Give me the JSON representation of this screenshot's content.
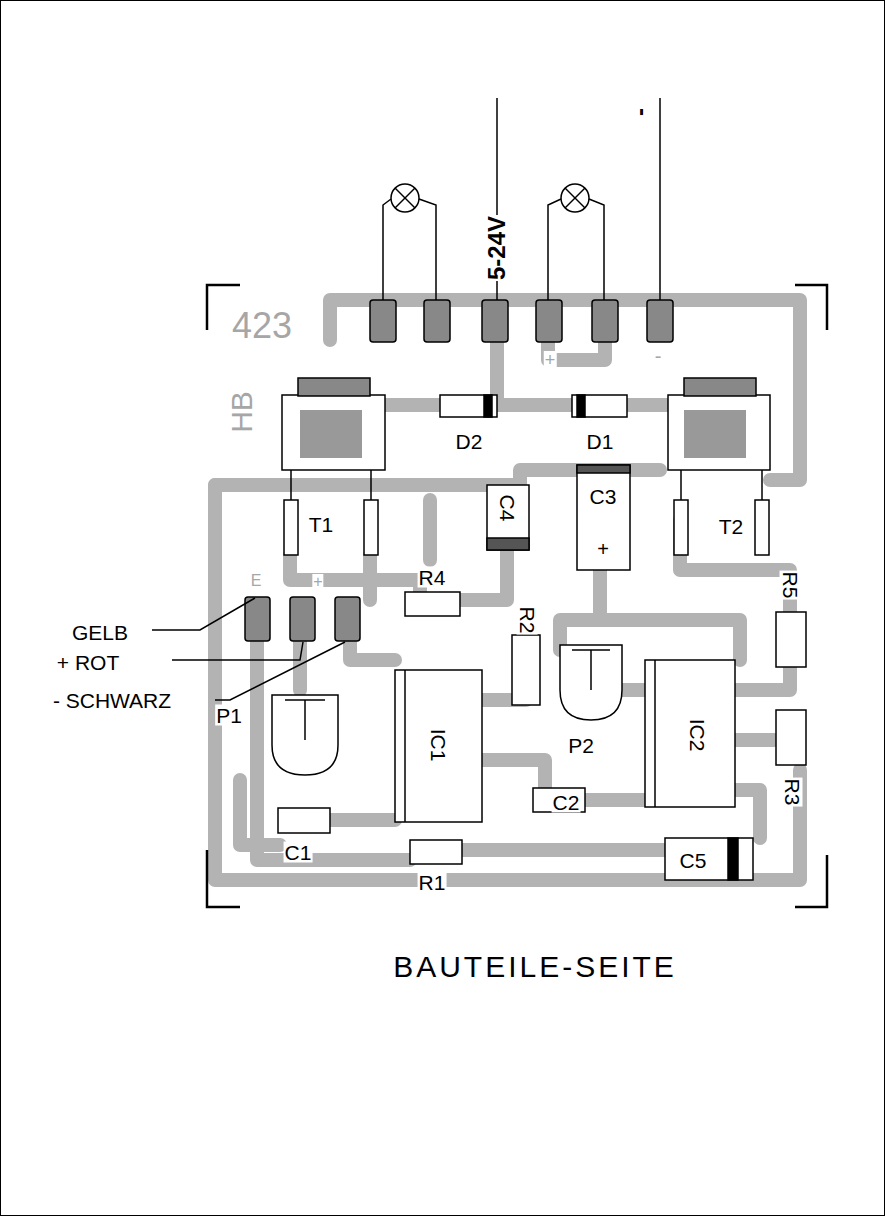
{
  "diagram": {
    "labels": [
      "5-24V",
      "-",
      "423",
      "HB",
      "+",
      "-",
      "D2",
      "D1",
      "T1",
      "C4",
      "C3",
      "+",
      "T2",
      "E",
      "+",
      "R4",
      "R2",
      "R5",
      "GELB",
      "+ ROT",
      "- SCHWARZ",
      "P1",
      "IC1",
      "P2",
      "IC2",
      "C2",
      "R3",
      "C1",
      "R1",
      "C5",
      "BAUTEILE-SEITE"
    ]
  }
}
